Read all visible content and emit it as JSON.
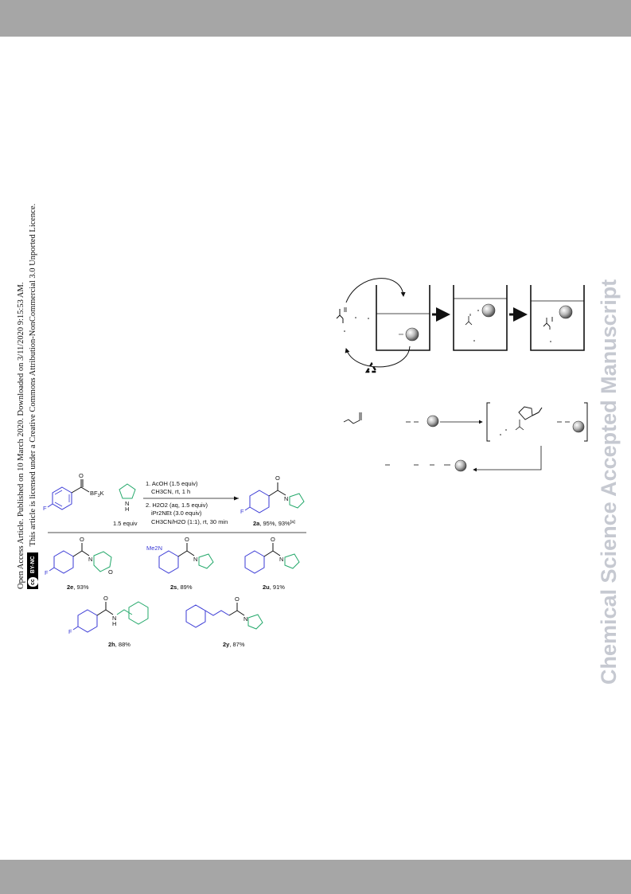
{
  "header_band": "",
  "side_notice": {
    "line1": "Open Access Article. Published on 10 March 2020. Downloaded on 3/11/2020 9:15:53 AM.",
    "line2": "This article is licensed under a Creative Commons Attribution-NonCommercial 3.0 Unported Licence.",
    "badge_cc": "cc",
    "badge_license": "BY-NC"
  },
  "watermark": "Chemical Science Accepted Manuscript",
  "scheme": {
    "reagent_bf3k": "BF",
    "reagent_bf3k_sub": "3",
    "reagent_bf3k_tail": "K",
    "fluoro": "F",
    "amine_nh": "N",
    "amine_h": "H",
    "amine_equiv": "1.5 equiv",
    "step1_line1": "1. AcOH (1.5 equiv)",
    "step1_line2": "CH3CN, rt, 1 h",
    "step2_line1": "2. H2O2 (aq, 1.5 equiv)",
    "step2_line2": "iPr2NEt (3.0 equiv)",
    "step2_line3": "CH3CN/H2O (1:1), rt, 30 min",
    "product_2a_id": "2a",
    "product_2a_yield": ", 95%, 93%",
    "product_2a_note": "[a]",
    "oxygen": "O",
    "nitrogen": "N",
    "products": [
      {
        "id": "2e",
        "yield": ", 93%"
      },
      {
        "id": "2s",
        "yield": ", 89%"
      },
      {
        "id": "2u",
        "yield": ", 91%"
      },
      {
        "id": "2h",
        "yield": ", 88%"
      },
      {
        "id": "2y",
        "yield": ", 87%"
      }
    ],
    "me2n": "Me2N",
    "nh_label": "N",
    "nh_h": "H"
  },
  "recycle_icon": "recycle-icon"
}
